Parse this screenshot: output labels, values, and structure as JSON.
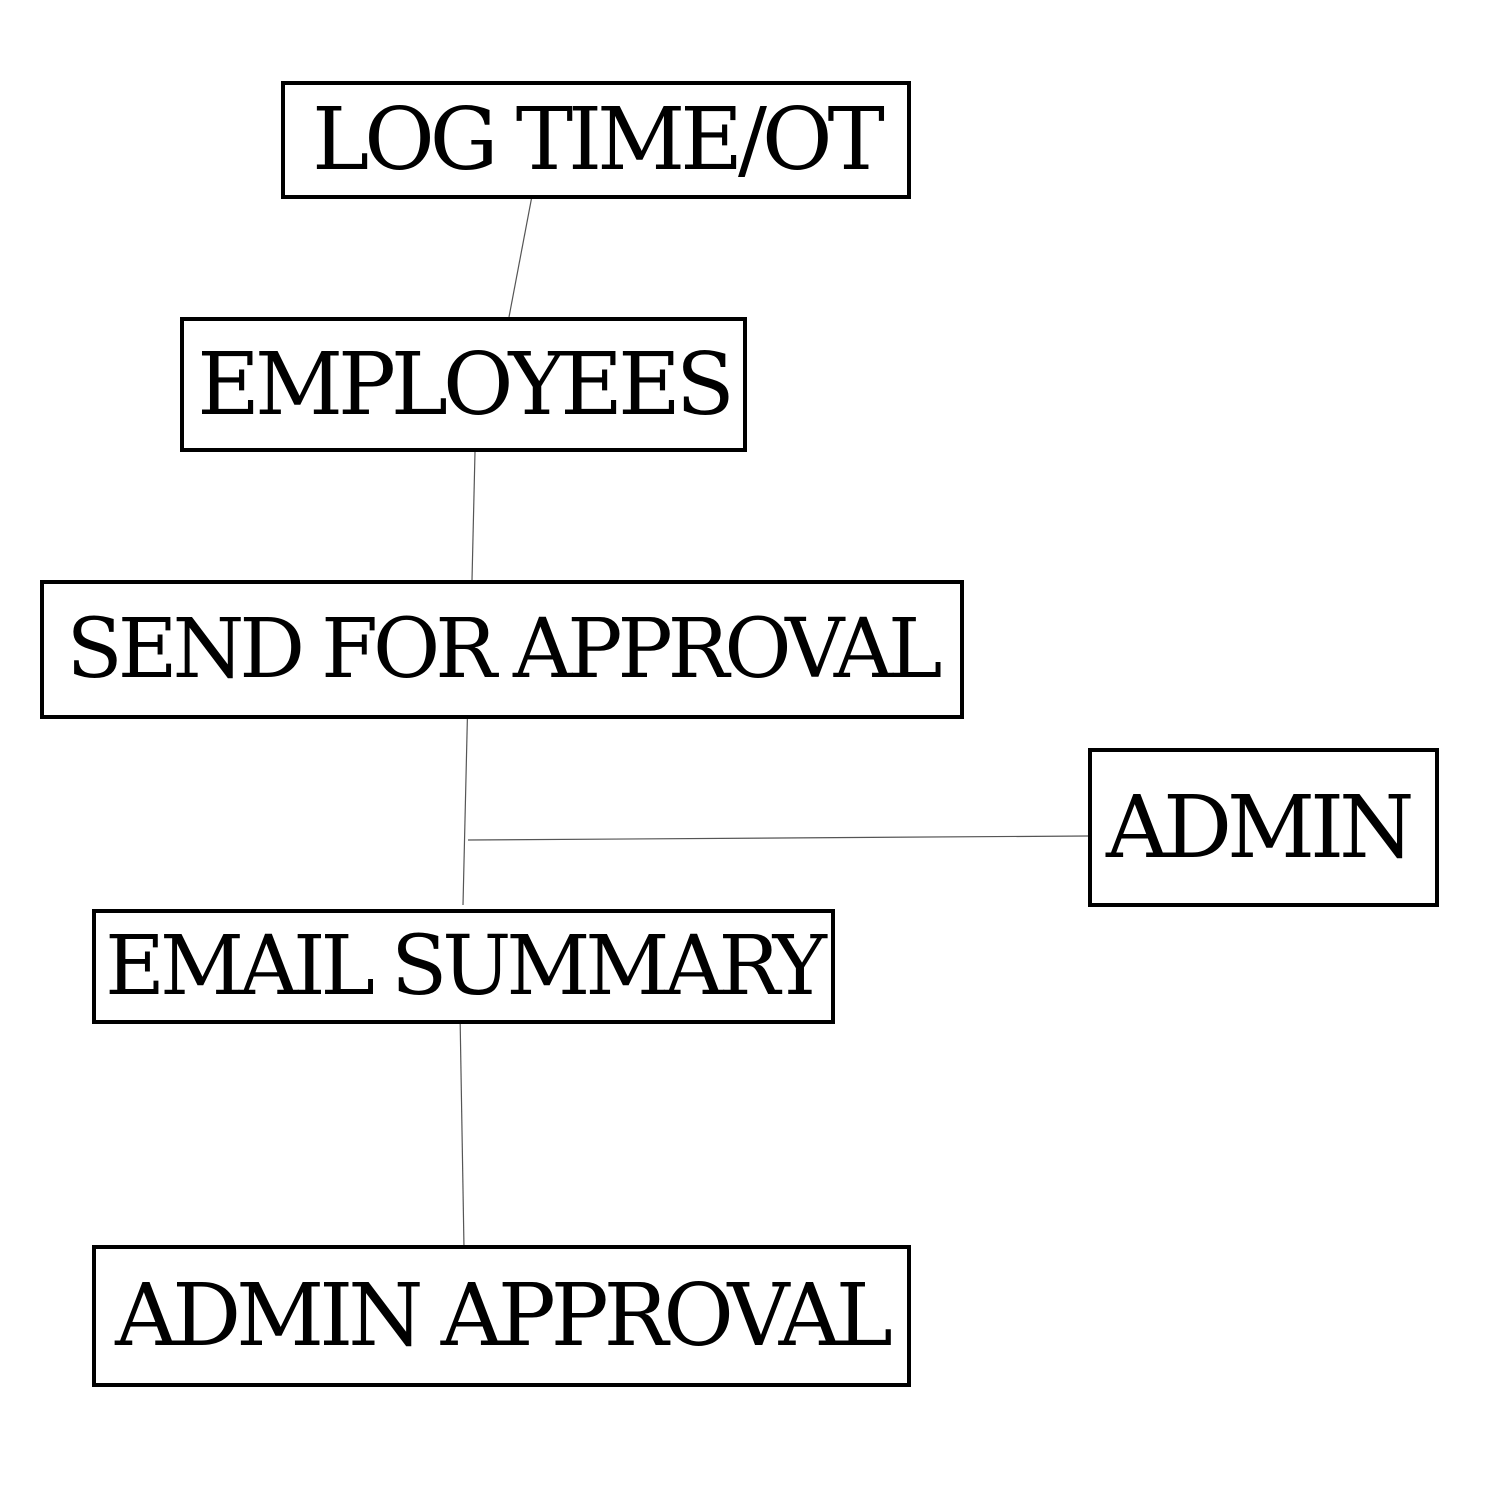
{
  "diagram": {
    "nodes": [
      {
        "id": "log_time",
        "label": "LOG TIME/OT"
      },
      {
        "id": "employees",
        "label": "EMPLOYEES"
      },
      {
        "id": "send_for_approval",
        "label": "SEND FOR APPROVAL"
      },
      {
        "id": "admin",
        "label": "ADMIN"
      },
      {
        "id": "email_summary",
        "label": "EMAIL SUMMARY"
      },
      {
        "id": "admin_approval",
        "label": "ADMIN APPROVAL"
      }
    ],
    "edges": [
      {
        "from": "log_time",
        "to": "employees"
      },
      {
        "from": "employees",
        "to": "send_for_approval"
      },
      {
        "from": "send_for_approval",
        "to": "email_summary"
      },
      {
        "from": "admin",
        "to": "send_for_approval"
      },
      {
        "from": "email_summary",
        "to": "admin_approval"
      }
    ],
    "colors": {
      "stroke": "#000000",
      "background": "#ffffff",
      "connector": "#555555"
    }
  }
}
